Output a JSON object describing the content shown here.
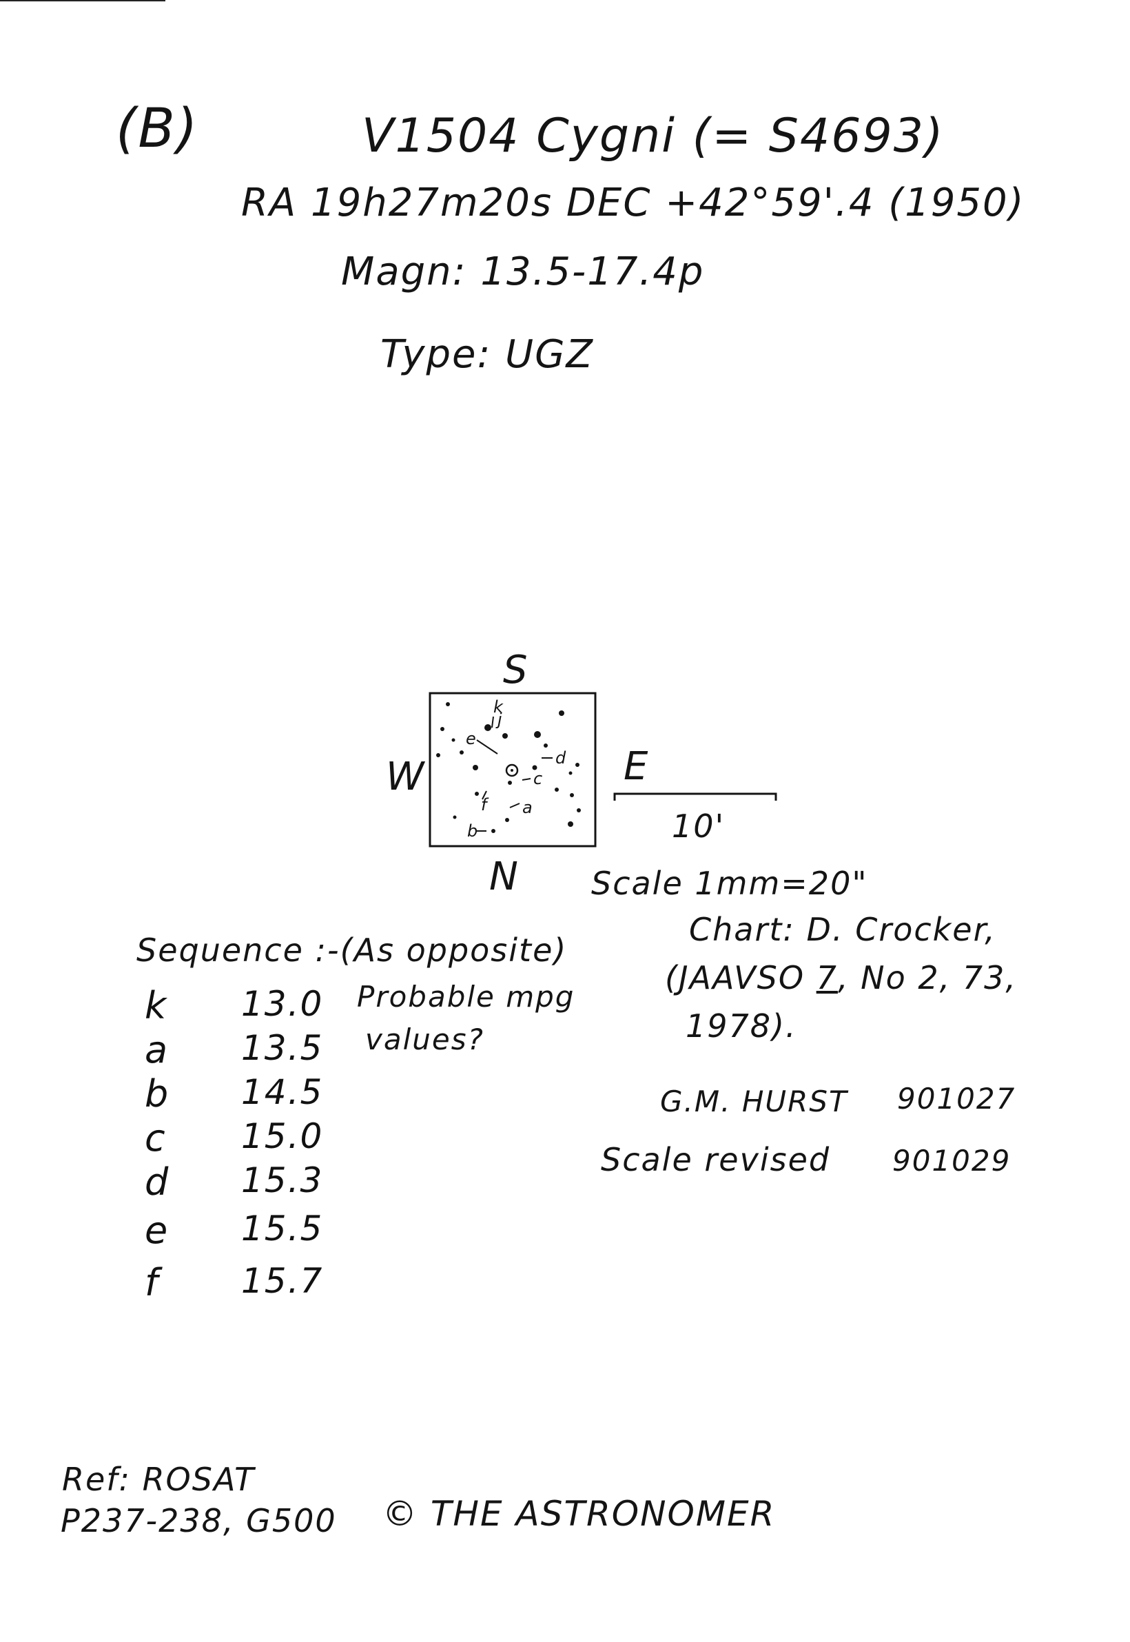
{
  "header": {
    "label": "(B)",
    "star_name": "V1504 Cygni (= S4693)",
    "coordinates": "RA 19h27m20s DEC +42°59'.4 (1950)",
    "magnitude": "Magn: 13.5-17.4p",
    "type": "Type: UGZ"
  },
  "finder_chart": {
    "north": "S",
    "south": "N",
    "west": "W",
    "east": "E",
    "scale_bar_label": "10'",
    "scale_note": "Scale 1mm=20\"",
    "star_labels": [
      "k",
      "j",
      "e",
      "d",
      "c",
      "f",
      "a",
      "b"
    ],
    "colors": {
      "ink": "#141414",
      "paper": "#ffffff"
    }
  },
  "sequence": {
    "title": "Sequence :-(As opposite)",
    "note_line1": "Probable mpg",
    "note_line2": "values?",
    "rows": [
      {
        "letter": "k",
        "mag": "13.0"
      },
      {
        "letter": "a",
        "mag": "13.5"
      },
      {
        "letter": "b",
        "mag": "14.5"
      },
      {
        "letter": "c",
        "mag": "15.0"
      },
      {
        "letter": "d",
        "mag": "15.3"
      },
      {
        "letter": "e",
        "mag": "15.5"
      },
      {
        "letter": "f",
        "mag": "15.7"
      }
    ]
  },
  "credits": {
    "chart_line1": "Chart: D. Crocker,",
    "chart_line2_pre": "(JAAVSO ",
    "chart_line2_vol": "7",
    "chart_line2_post": ", No 2, 73,",
    "chart_line3": "1978).",
    "observer": "G.M. HURST",
    "observer_date": "901027",
    "scale_revised": "Scale revised",
    "scale_revised_date": "901029"
  },
  "footer": {
    "ref_line1": "Ref: ROSAT",
    "ref_line2": "P237-238, G500",
    "copyright": "© THE ASTRONOMER"
  }
}
